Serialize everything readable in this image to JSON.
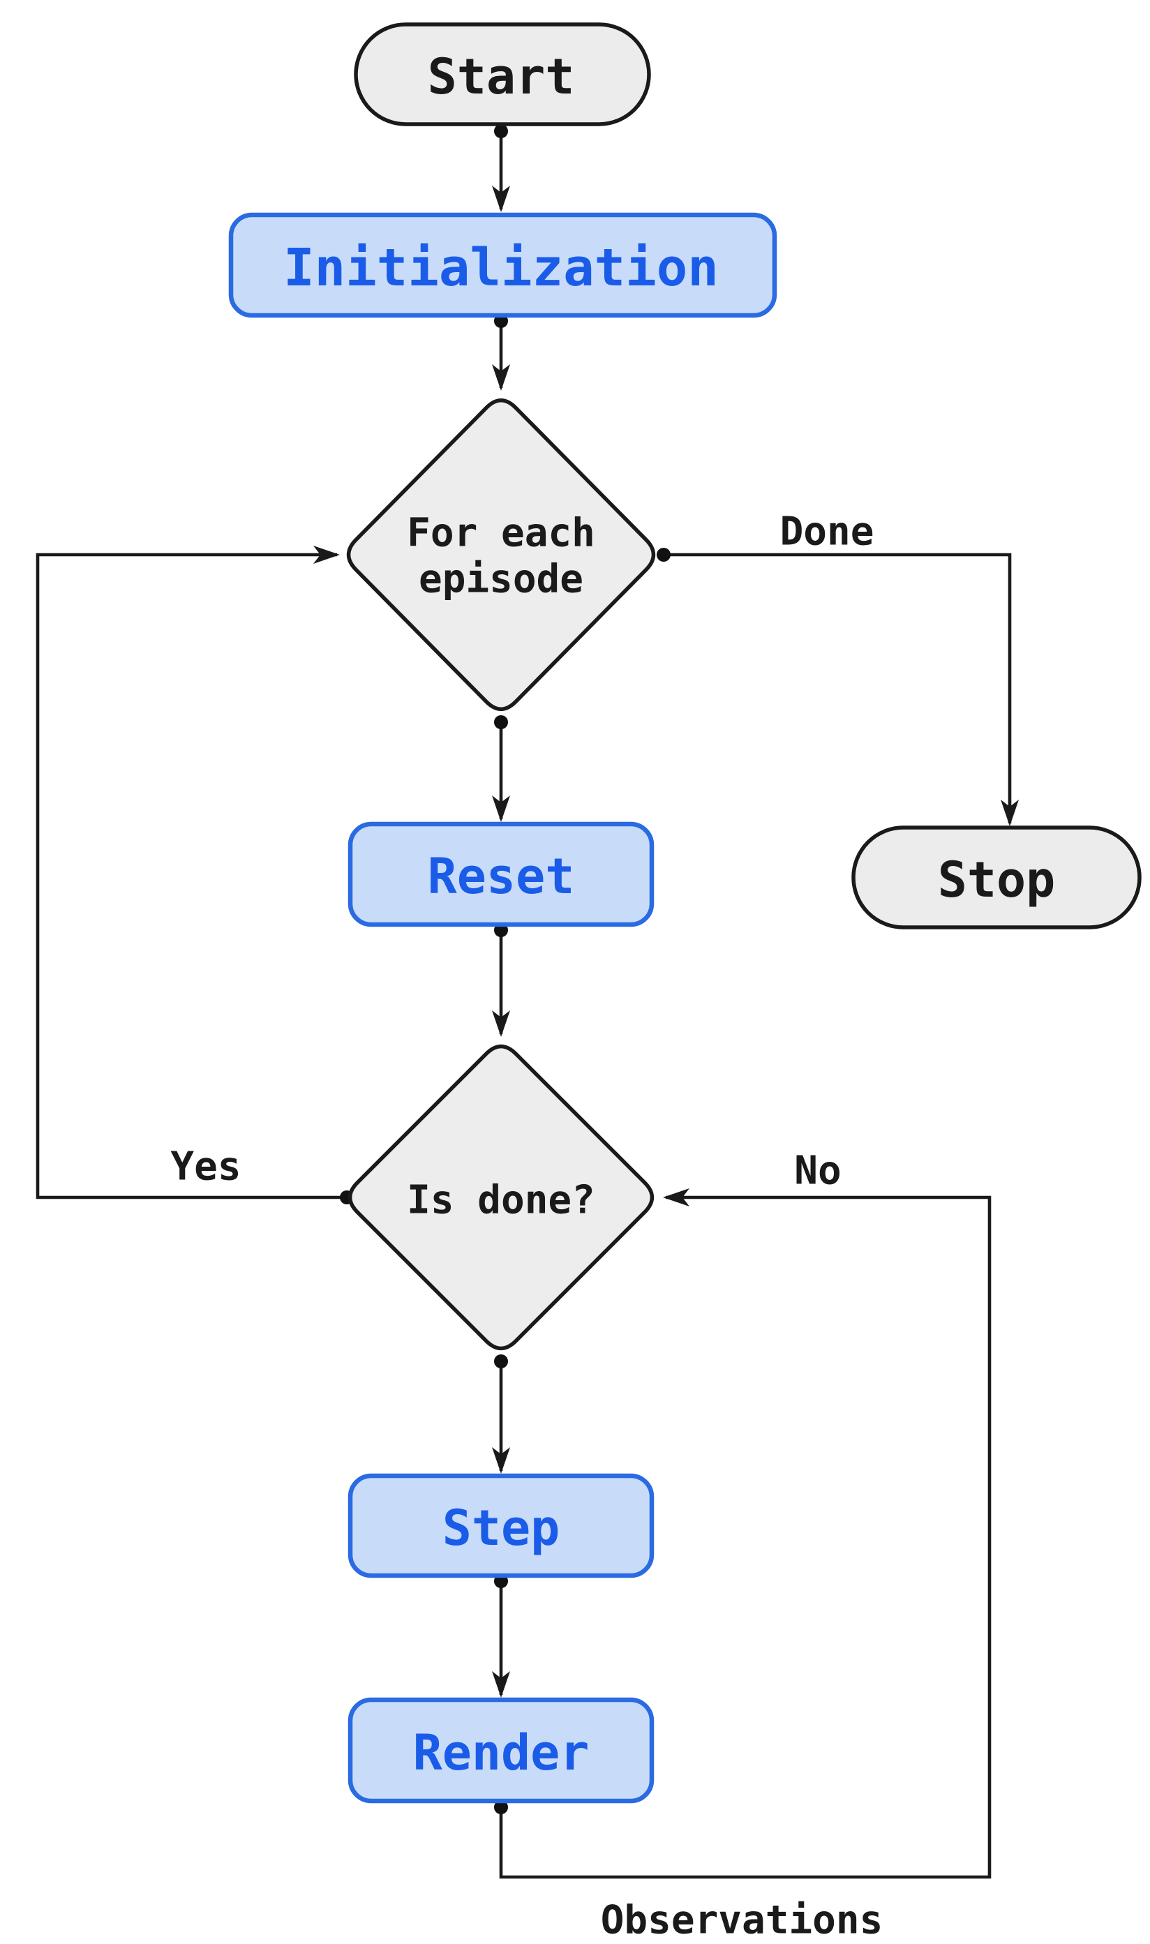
{
  "diagram_type": "flowchart",
  "colors": {
    "background": "#ffffff",
    "terminal_fill": "#ececec",
    "terminal_border": "#1a1a1a",
    "process_fill": "#c8dcfa",
    "process_border": "#2a6be2",
    "process_text": "#1a5ce8",
    "decision_fill": "#ededed",
    "decision_border": "#1a1a1a",
    "edge_color": "#1a1a1a",
    "black_text": "#1a1a1a"
  },
  "nodes": {
    "start": {
      "label": "Start",
      "type": "terminal"
    },
    "initialization": {
      "label": "Initialization",
      "type": "process"
    },
    "for_each_episode": {
      "lines": [
        "For each",
        "episode"
      ],
      "label": "For each episode",
      "type": "decision"
    },
    "stop": {
      "label": "Stop",
      "type": "terminal"
    },
    "reset": {
      "label": "Reset",
      "type": "process"
    },
    "is_done": {
      "label": "Is done?",
      "type": "decision"
    },
    "step": {
      "label": "Step",
      "type": "process"
    },
    "render": {
      "label": "Render",
      "type": "process"
    }
  },
  "edges": [
    {
      "from": "start",
      "to": "initialization",
      "label": ""
    },
    {
      "from": "initialization",
      "to": "for_each_episode",
      "label": ""
    },
    {
      "from": "for_each_episode",
      "to": "stop",
      "label": "Done"
    },
    {
      "from": "for_each_episode",
      "to": "reset",
      "label": ""
    },
    {
      "from": "reset",
      "to": "is_done",
      "label": ""
    },
    {
      "from": "is_done",
      "to": "for_each_episode",
      "label": "Yes"
    },
    {
      "from": "is_done",
      "to": "step",
      "label": ""
    },
    {
      "from": "step",
      "to": "render",
      "label": ""
    },
    {
      "from": "render",
      "to": "is_done",
      "labels": [
        "No",
        "Observations"
      ]
    }
  ]
}
